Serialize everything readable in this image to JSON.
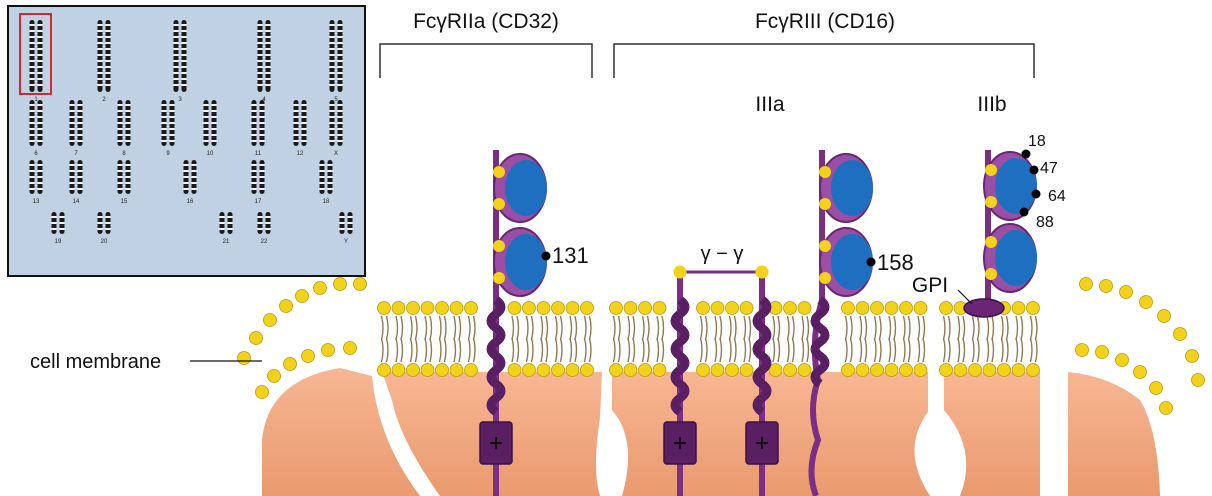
{
  "labels": {
    "fcgr2a": "FcγRIIa (CD32)",
    "fcgr3": "FcγRIII (CD16)",
    "iiia": "IIIa",
    "iiib": "IIIb",
    "site131": "131",
    "site158": "158",
    "gamma": "γ − γ",
    "gpi": "GPI",
    "membrane": "cell membrane",
    "site18": "18",
    "site47": "47",
    "site64": "64",
    "site88": "88"
  },
  "karyotype": {
    "row1": [
      "1",
      "2",
      "3",
      "4",
      "5"
    ],
    "row2": [
      "6",
      "7",
      "8",
      "9",
      "10",
      "11",
      "12",
      "X"
    ],
    "row3": [
      "13",
      "14",
      "15",
      "16",
      "17",
      "18"
    ],
    "row4": [
      "19",
      "20",
      "21",
      "22",
      "Y"
    ]
  },
  "colors": {
    "protein": "#7b2f83",
    "domain": "#1f6fc0",
    "headgroup": "#f2d21a",
    "cytoplasm": "#f2a77e",
    "panel_bg": "#bfd1e3",
    "highlight": "#d8262e"
  }
}
